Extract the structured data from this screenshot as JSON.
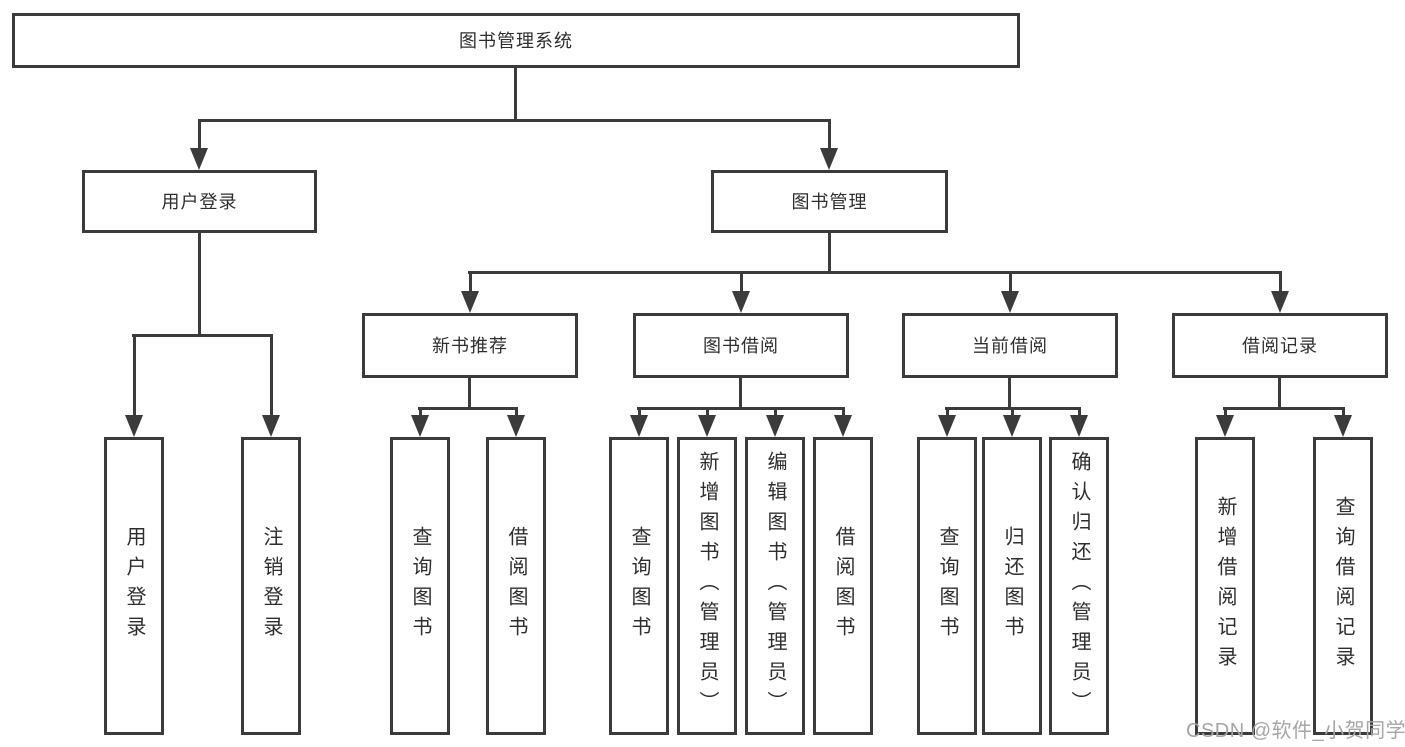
{
  "diagram": {
    "title": "图书管理系统",
    "root": {
      "label": "图书管理系统"
    },
    "branches": [
      {
        "label": "用户登录",
        "children": [
          {
            "label": "用户登录"
          },
          {
            "label": "注销登录"
          }
        ]
      },
      {
        "label": "图书管理",
        "children": [
          {
            "label": "新书推荐",
            "children": [
              {
                "label": "查询图书"
              },
              {
                "label": "借阅图书"
              }
            ]
          },
          {
            "label": "图书借阅",
            "children": [
              {
                "label": "查询图书"
              },
              {
                "label": "新增图书（管理员）"
              },
              {
                "label": "编辑图书（管理员）"
              },
              {
                "label": "借阅图书"
              }
            ]
          },
          {
            "label": "当前借阅",
            "children": [
              {
                "label": "查询图书"
              },
              {
                "label": "归还图书"
              },
              {
                "label": "确认归还（管理员）"
              }
            ]
          },
          {
            "label": "借阅记录",
            "children": [
              {
                "label": "新增借阅记录"
              },
              {
                "label": "查询借阅记录"
              }
            ]
          }
        ]
      }
    ]
  },
  "watermark": {
    "text": "CSDN @软件_小贺同学"
  },
  "colors": {
    "line": "#3b3b3b",
    "text": "#2e2e2e",
    "watermark": "#a6a6a6",
    "background": "#ffffff"
  }
}
